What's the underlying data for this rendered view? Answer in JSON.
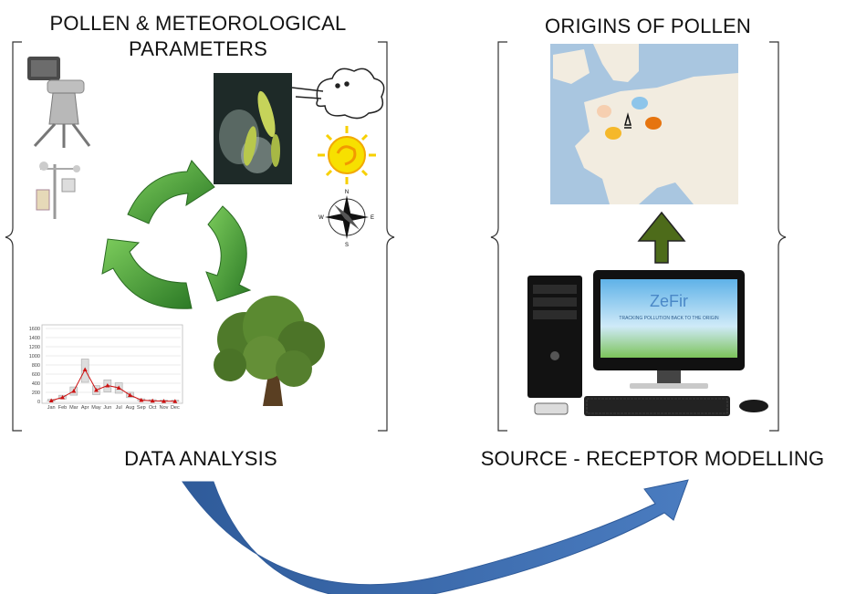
{
  "titles": {
    "pollen_met_line1": "POLLEN & METEOROLOGICAL",
    "pollen_met_line2": "PARAMETERS",
    "origins": "ORIGINS OF POLLEN",
    "data_analysis": "DATA ANALYSIS",
    "modelling": "SOURCE - RECEPTOR  MODELLING"
  },
  "compass": {
    "n": "N",
    "s": "S",
    "e": "E",
    "w": "W"
  },
  "screen": {
    "app_name": "ZeFir",
    "tagline": "TRACKING POLLUTION BACK TO THE ORIGIN"
  },
  "chart_data": {
    "type": "line",
    "categories": [
      "Jan",
      "Feb",
      "Mar",
      "Apr",
      "May",
      "Jun",
      "Jul",
      "Aug",
      "Sep",
      "Oct",
      "Nov",
      "Dec"
    ],
    "y_ticks": [
      "1600",
      "1400",
      "1200",
      "1000",
      "800",
      "600",
      "400",
      "200",
      "0"
    ],
    "ylim": [
      0,
      1600
    ],
    "series": [
      {
        "values": [
          20,
          90,
          230,
          700,
          250,
          350,
          300,
          140,
          30,
          15,
          8,
          5
        ]
      }
    ],
    "grid": true
  },
  "colors": {
    "green_arrow": "#3f9c35",
    "up_arrow": "#4d6b1a",
    "curve_arrow": "#3d67a8",
    "map_sea": "#a9c6e0",
    "map_land": "#f2ece0",
    "blob_orange": "#e6740f",
    "blob_yellow": "#f5b82a",
    "blob_peach": "#f6cfb0",
    "blob_blue": "#8ec5ea",
    "data_line": "#cc1111"
  },
  "icons": [
    "pollen-sampler-icon",
    "weather-station-icon",
    "recycle-arrows-icon",
    "wind-cloud-icon",
    "sun-icon",
    "compass-icon",
    "tree-icon",
    "computer-icon",
    "eiffel-tower-icon"
  ]
}
